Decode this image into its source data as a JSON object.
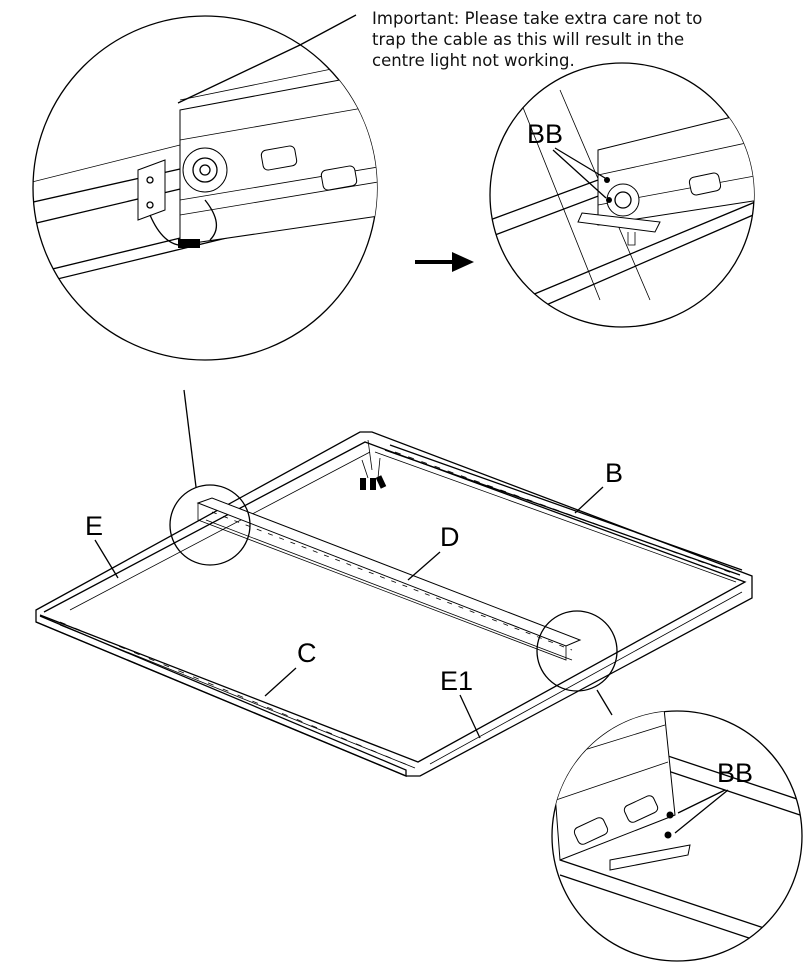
{
  "note": {
    "line1": "Important: Please take extra care not to",
    "line2": "trap the cable as this will result in the",
    "line3": "centre light not working."
  },
  "labels": {
    "bb_top": "BB",
    "bb_bottom": "BB",
    "b": "B",
    "d": "D",
    "e": "E",
    "c": "C",
    "e1": "E1"
  },
  "icons": {
    "arrow": "arrow-right-icon"
  }
}
